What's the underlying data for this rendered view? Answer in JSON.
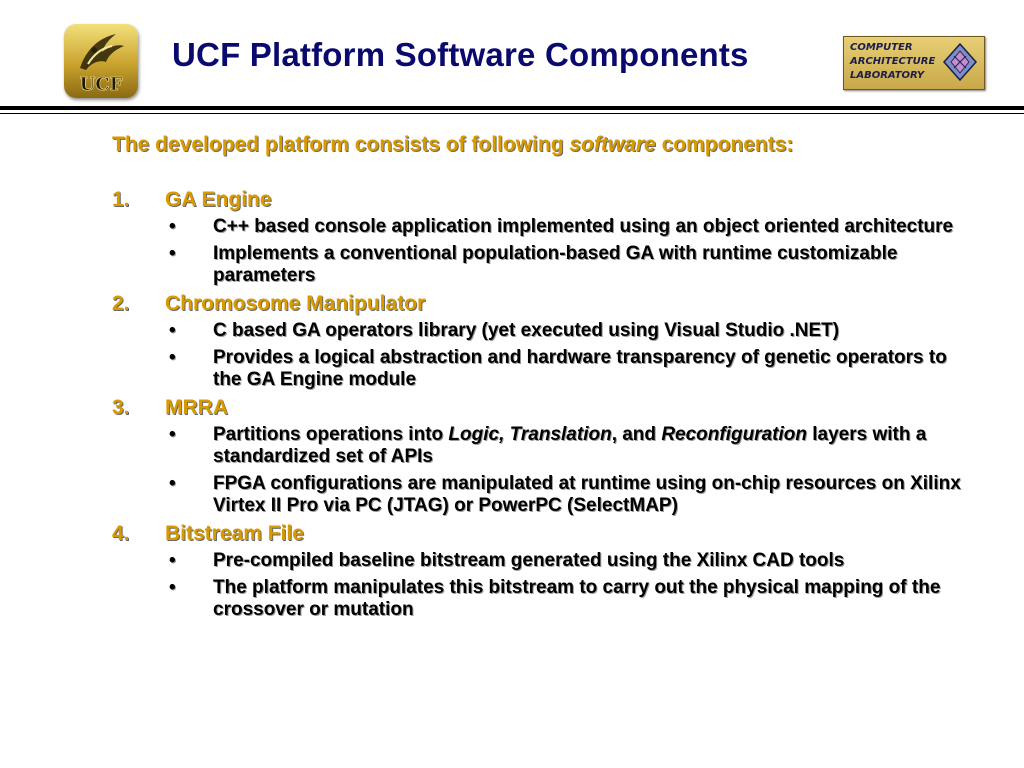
{
  "header": {
    "title": "UCF Platform Software Components",
    "left_logo_text": "UCF",
    "right_logo_lines": [
      "COMPUTER",
      "ARCHITECTURE",
      "LABORATORY"
    ]
  },
  "intro": {
    "before": "The developed platform consists of following ",
    "emph": "software",
    "after": " components:"
  },
  "sections": [
    {
      "number": "1.",
      "label": "GA Engine",
      "bullets": [
        "C++ based console application implemented using an object oriented architecture",
        "Implements a conventional population-based GA with runtime customizable parameters"
      ]
    },
    {
      "number": "2.",
      "label": "Chromosome Manipulator",
      "bullets": [
        "C based GA operators library (yet executed using Visual Studio .NET)",
        "Provides a logical abstraction and hardware transparency of genetic operators to the GA Engine module"
      ]
    },
    {
      "number": "3.",
      "label": "MRRA",
      "bullets": [
        {
          "parts": [
            "Partitions operations into ",
            "Logic, Translation",
            ", and ",
            "Reconfiguration",
            " layers with a standardized set of APIs"
          ]
        },
        "FPGA configurations are manipulated at runtime using on-chip resources on Xilinx Virtex II Pro via PC (JTAG) or PowerPC (SelectMAP)"
      ]
    },
    {
      "number": "4.",
      "label": "Bitstream File",
      "bullets": [
        "Pre-compiled baseline bitstream generated using the Xilinx CAD tools",
        "The platform manipulates this bitstream to carry out the physical mapping of the crossover or mutation"
      ]
    }
  ],
  "bullet_glyph": "•",
  "colors": {
    "title": "#0a0a6e",
    "heading": "#d99a00",
    "body": "#000000"
  },
  "icons": {
    "left_logo": "ucf-pegasus-logo-icon",
    "right_logo": "chip-diamond-icon"
  }
}
